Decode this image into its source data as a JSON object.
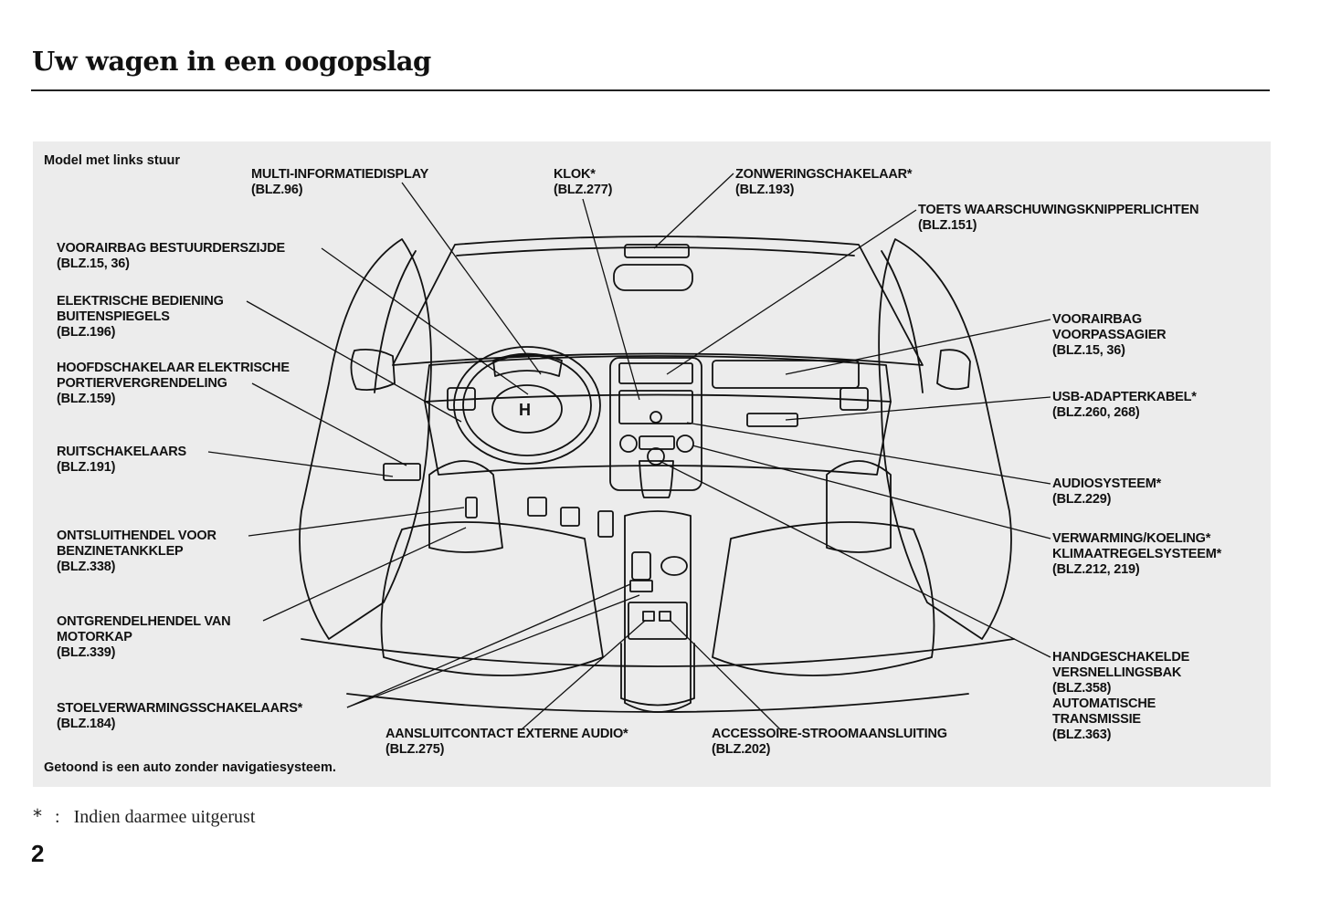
{
  "header": {
    "title": "Uw wagen in een oogopslag"
  },
  "diagram": {
    "model_note": "Model met links stuur",
    "shown_note": "Getoond is een auto zonder navigatiesysteem.",
    "callouts": [
      {
        "id": "multi-info",
        "lines": [
          "MULTI-INFORMATIEDISPLAY",
          "(BLZ.96)"
        ]
      },
      {
        "id": "klok",
        "lines": [
          "KLOK*",
          "(BLZ.277)"
        ]
      },
      {
        "id": "zonwering",
        "lines": [
          "ZONWERINGSCHAKELAAR*",
          "(BLZ.193)"
        ]
      },
      {
        "id": "waarschuwing",
        "lines": [
          "TOETS WAARSCHUWINGSKNIPPERLICHTEN",
          "(BLZ.151)"
        ]
      },
      {
        "id": "airbag-bestuurder",
        "lines": [
          "VOORAIRBAG BESTUURDERSZIJDE",
          "(BLZ.15, 36)"
        ]
      },
      {
        "id": "buitenspiegels",
        "lines": [
          "ELEKTRISCHE BEDIENING",
          "BUITENSPIEGELS",
          "(BLZ.196)"
        ]
      },
      {
        "id": "portiervergrendeling",
        "lines": [
          "HOOFDSCHAKELAAR ELEKTRISCHE",
          "PORTIERVERGRENDELING",
          "(BLZ.159)"
        ]
      },
      {
        "id": "ruitschakelaars",
        "lines": [
          "RUITSCHAKELAARS",
          "(BLZ.191)"
        ]
      },
      {
        "id": "benzinetankklep",
        "lines": [
          "ONTSLUITHENDEL VOOR",
          "BENZINETANKKLEP",
          "(BLZ.338)"
        ]
      },
      {
        "id": "motorkap",
        "lines": [
          "ONTGRENDELHENDEL VAN",
          "MOTORKAP",
          "(BLZ.339)"
        ]
      },
      {
        "id": "stoelverwarming",
        "lines": [
          "STOELVERWARMINGSSCHAKELAARS*",
          "(BLZ.184)"
        ]
      },
      {
        "id": "externe-audio",
        "lines": [
          "AANSLUITCONTACT EXTERNE AUDIO*",
          "(BLZ.275)"
        ]
      },
      {
        "id": "accessoire",
        "lines": [
          "ACCESSOIRE-STROOMAANSLUITING",
          "(BLZ.202)"
        ]
      },
      {
        "id": "airbag-passagier",
        "lines": [
          "VOORAIRBAG",
          "VOORPASSAGIER",
          "(BLZ.15, 36)"
        ]
      },
      {
        "id": "usb",
        "lines": [
          "USB-ADAPTERKABEL*",
          "(BLZ.260, 268)"
        ]
      },
      {
        "id": "audio",
        "lines": [
          "AUDIOSYSTEEM*",
          "(BLZ.229)"
        ]
      },
      {
        "id": "klimaat",
        "lines": [
          "VERWARMING/KOELING*",
          "KLIMAATREGELSYSTEEM*",
          "(BLZ.212, 219)"
        ]
      },
      {
        "id": "versnellingsbak",
        "lines": [
          "HANDGESCHAKELDE",
          "VERSNELLINGSBAK",
          "(BLZ.358)",
          "AUTOMATISCHE",
          "TRANSMISSIE",
          "(BLZ.363)"
        ]
      }
    ]
  },
  "footnote": {
    "symbol": "*",
    "separator": ":",
    "text": "Indien daarmee uitgerust"
  },
  "page_number": "2"
}
